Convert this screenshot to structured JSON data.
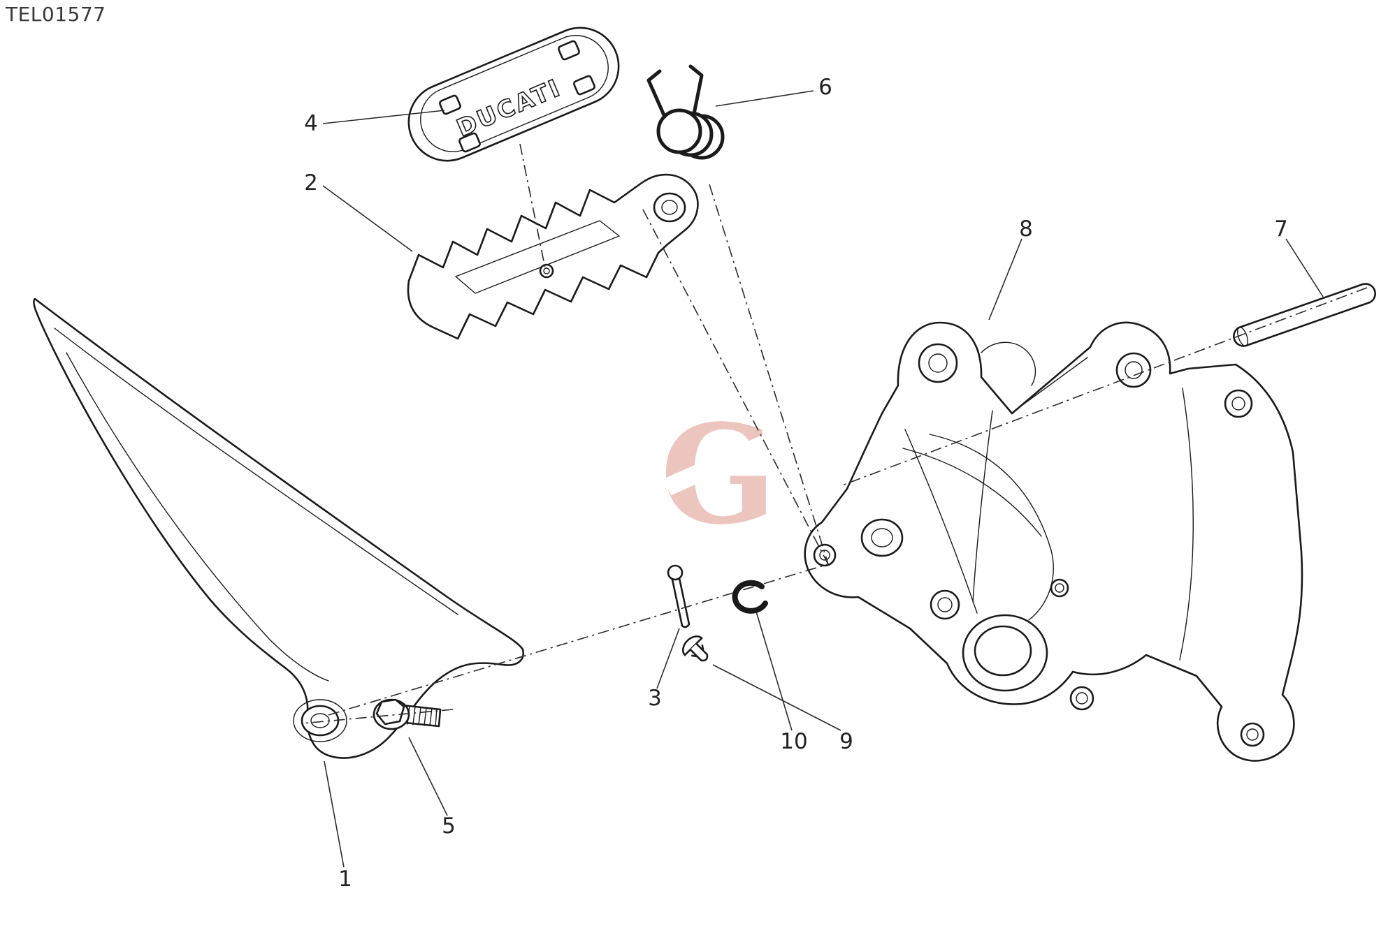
{
  "page": {
    "code": "TEL01577",
    "background": "#ffffff"
  },
  "colors": {
    "ink": "#1a1a1a",
    "watermark": "#edc5bf"
  },
  "watermark": {
    "letter": "G"
  },
  "pad": {
    "molded_text": "DUCATI"
  },
  "callouts": [
    "1",
    "2",
    "3",
    "4",
    "5",
    "6",
    "7",
    "8",
    "9",
    "10"
  ]
}
